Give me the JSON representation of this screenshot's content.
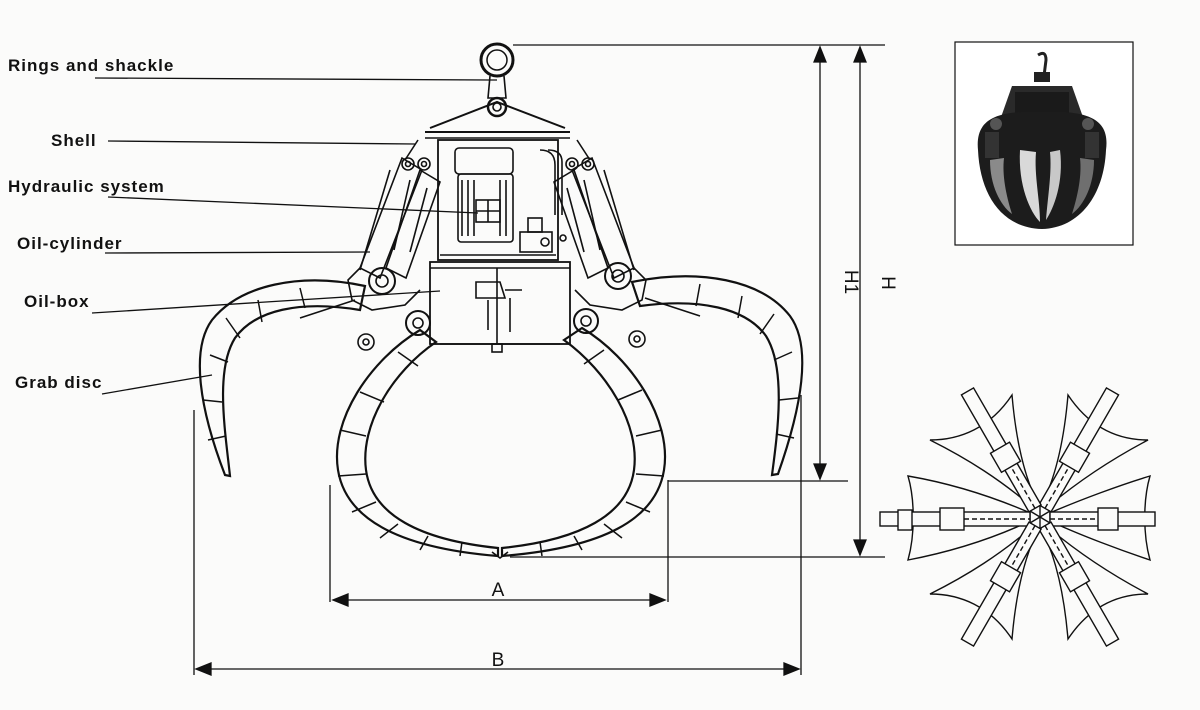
{
  "labels": {
    "rings_and_shackle": "Rings and shackle",
    "shell": "Shell",
    "hydraulic_system": "Hydraulic system",
    "oil_cylinder": "Oil-cylinder",
    "oil_box": "Oil-box",
    "grab_disc": "Grab disc"
  },
  "dimensions": {
    "a": "A",
    "b": "B",
    "h": "H",
    "h1": "H1"
  },
  "colors": {
    "ink": "#111111",
    "paper": "#fbfbfa",
    "photo_body": "#1c1c1c"
  }
}
